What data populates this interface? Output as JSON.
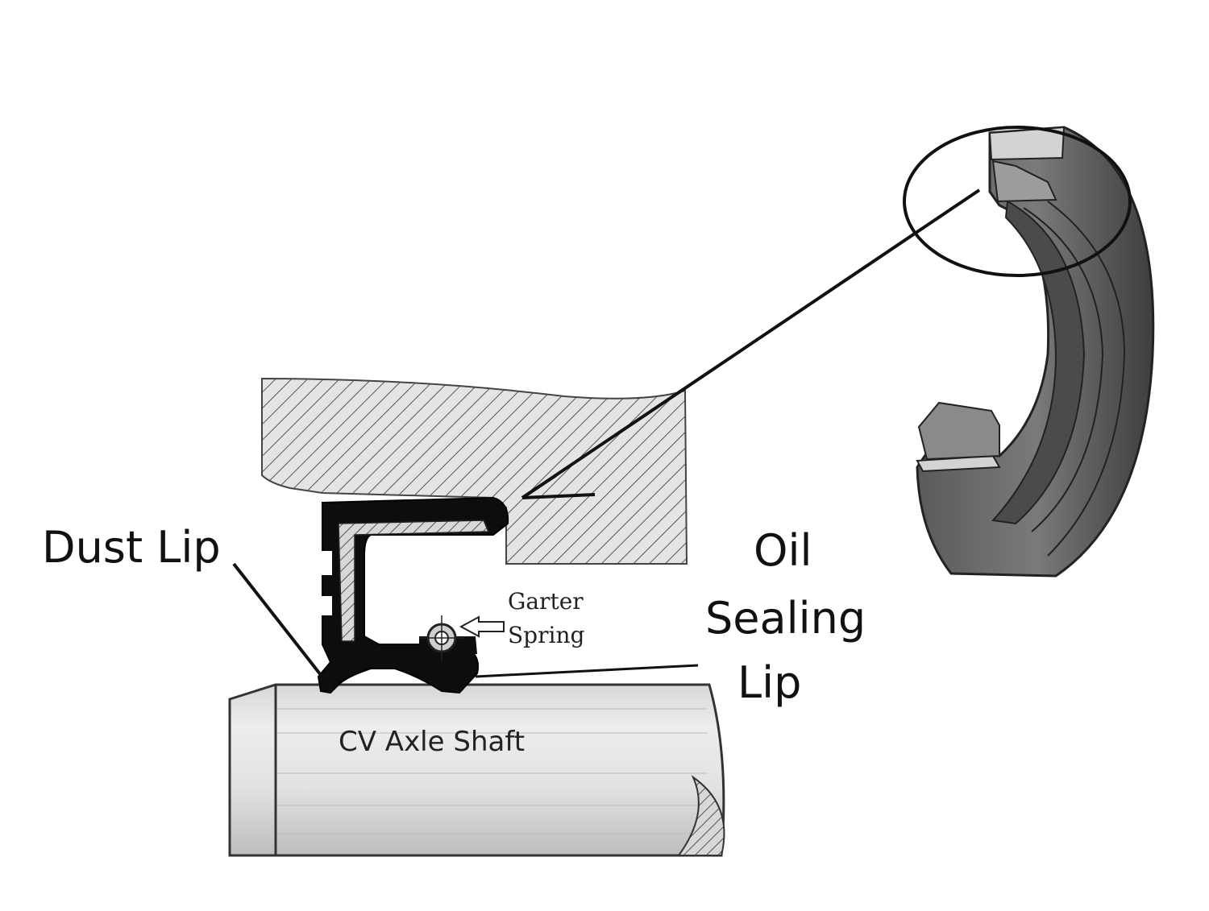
{
  "labels": {
    "dust_lip": "Dust Lip",
    "oil_sealing_lip": [
      "Oil",
      "Sealing",
      "Lip"
    ],
    "garter_spring": [
      "Garter",
      "Spring"
    ],
    "shaft": "CV Axle Shaft"
  },
  "colors": {
    "ink": "#111111",
    "hatch_fill": "#dcdcdc",
    "shaft_light": "#f2f2f2",
    "shaft_mid": "#c9c9c9",
    "ring_dark": "#4a4a4a",
    "ring_mid": "#6a6a6a",
    "ring_light": "#bdbdbd"
  }
}
